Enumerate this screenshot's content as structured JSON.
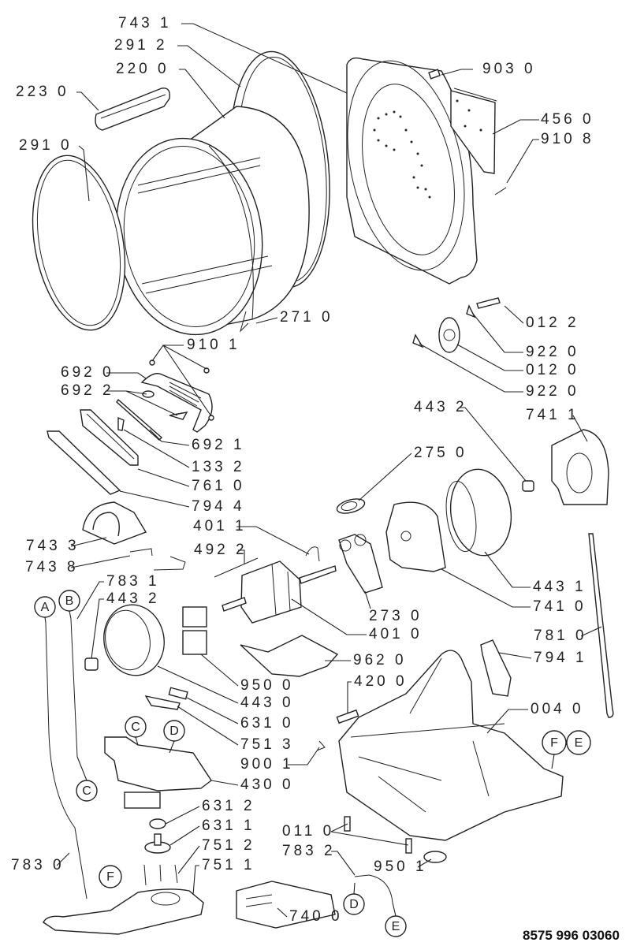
{
  "document_number": "8575 996 03060",
  "callouts": [
    "743 1",
    "291 2",
    "220 0",
    "223 0",
    "291 0",
    "903 0",
    "456 0",
    "910 8",
    "271 0",
    "910 1",
    "692 0",
    "692 2",
    "692 1",
    "133 2",
    "761 0",
    "794 4",
    "401 1",
    "743 3",
    "492 2",
    "743 8",
    "783 1",
    "443 2",
    "012 2",
    "922 0",
    "012 0",
    "922 0",
    "443 2",
    "741 1",
    "275 0",
    "443 1",
    "741 0",
    "273 0",
    "401 0",
    "781 0",
    "794 1",
    "962 0",
    "420 0",
    "950 0",
    "443 0",
    "631 0",
    "751 3",
    "900 1",
    "430 0",
    "631 2",
    "631 1",
    "751 2",
    "751 1",
    "783 0",
    "011 0",
    "783 2",
    "950 1",
    "004 0",
    "740 0"
  ],
  "connectors": [
    "A",
    "B",
    "C",
    "D",
    "C",
    "F",
    "F",
    "E",
    "D",
    "E"
  ]
}
